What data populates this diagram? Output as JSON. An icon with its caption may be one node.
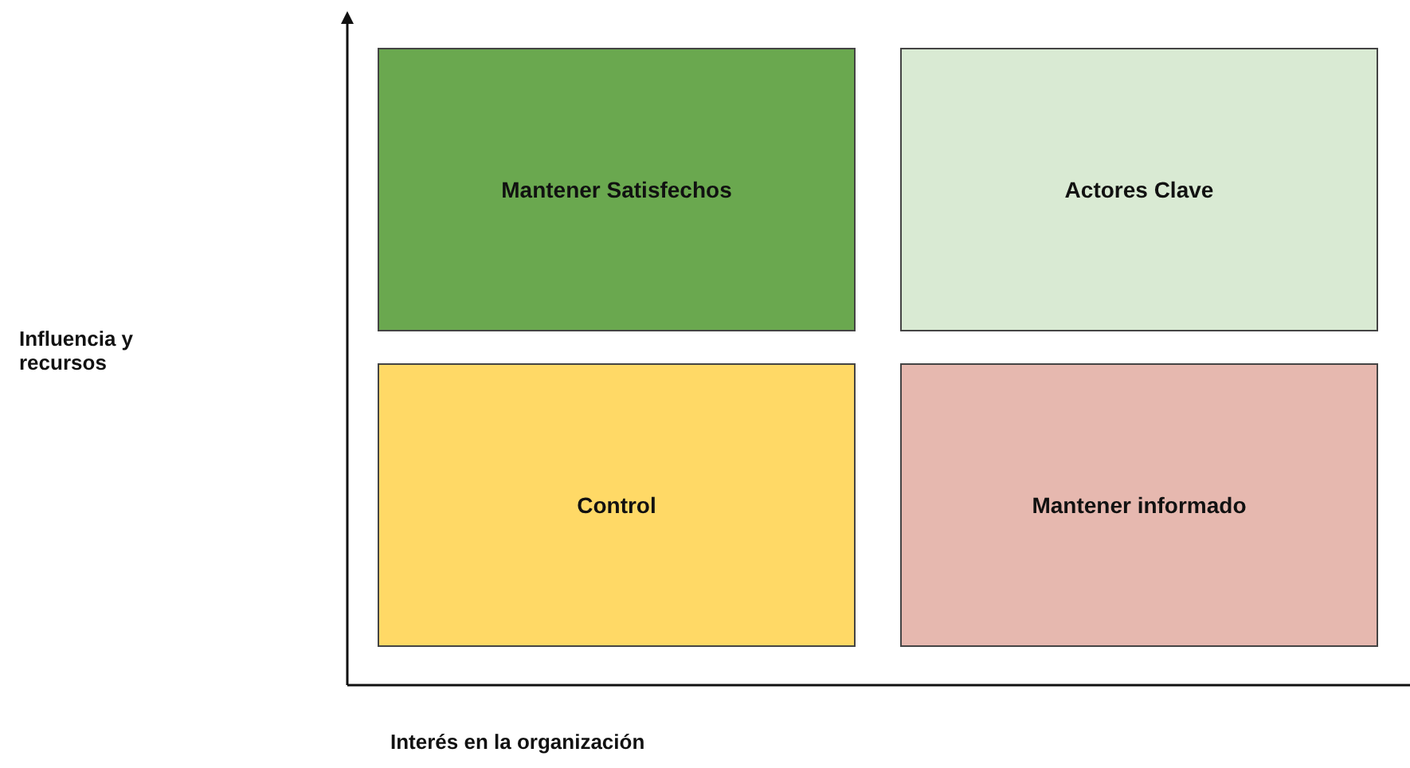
{
  "diagram": {
    "nodes": [
      {
        "text": [
          "Mantener Satisfechos"
        ]
      },
      {
        "text": [
          "Actores Clave"
        ]
      },
      {
        "text": [
          "Control"
        ]
      },
      {
        "text": [
          "Mantener informado"
        ]
      }
    ],
    "labels": [
      "Influencia y recursos",
      "Interés en la organización"
    ]
  }
}
